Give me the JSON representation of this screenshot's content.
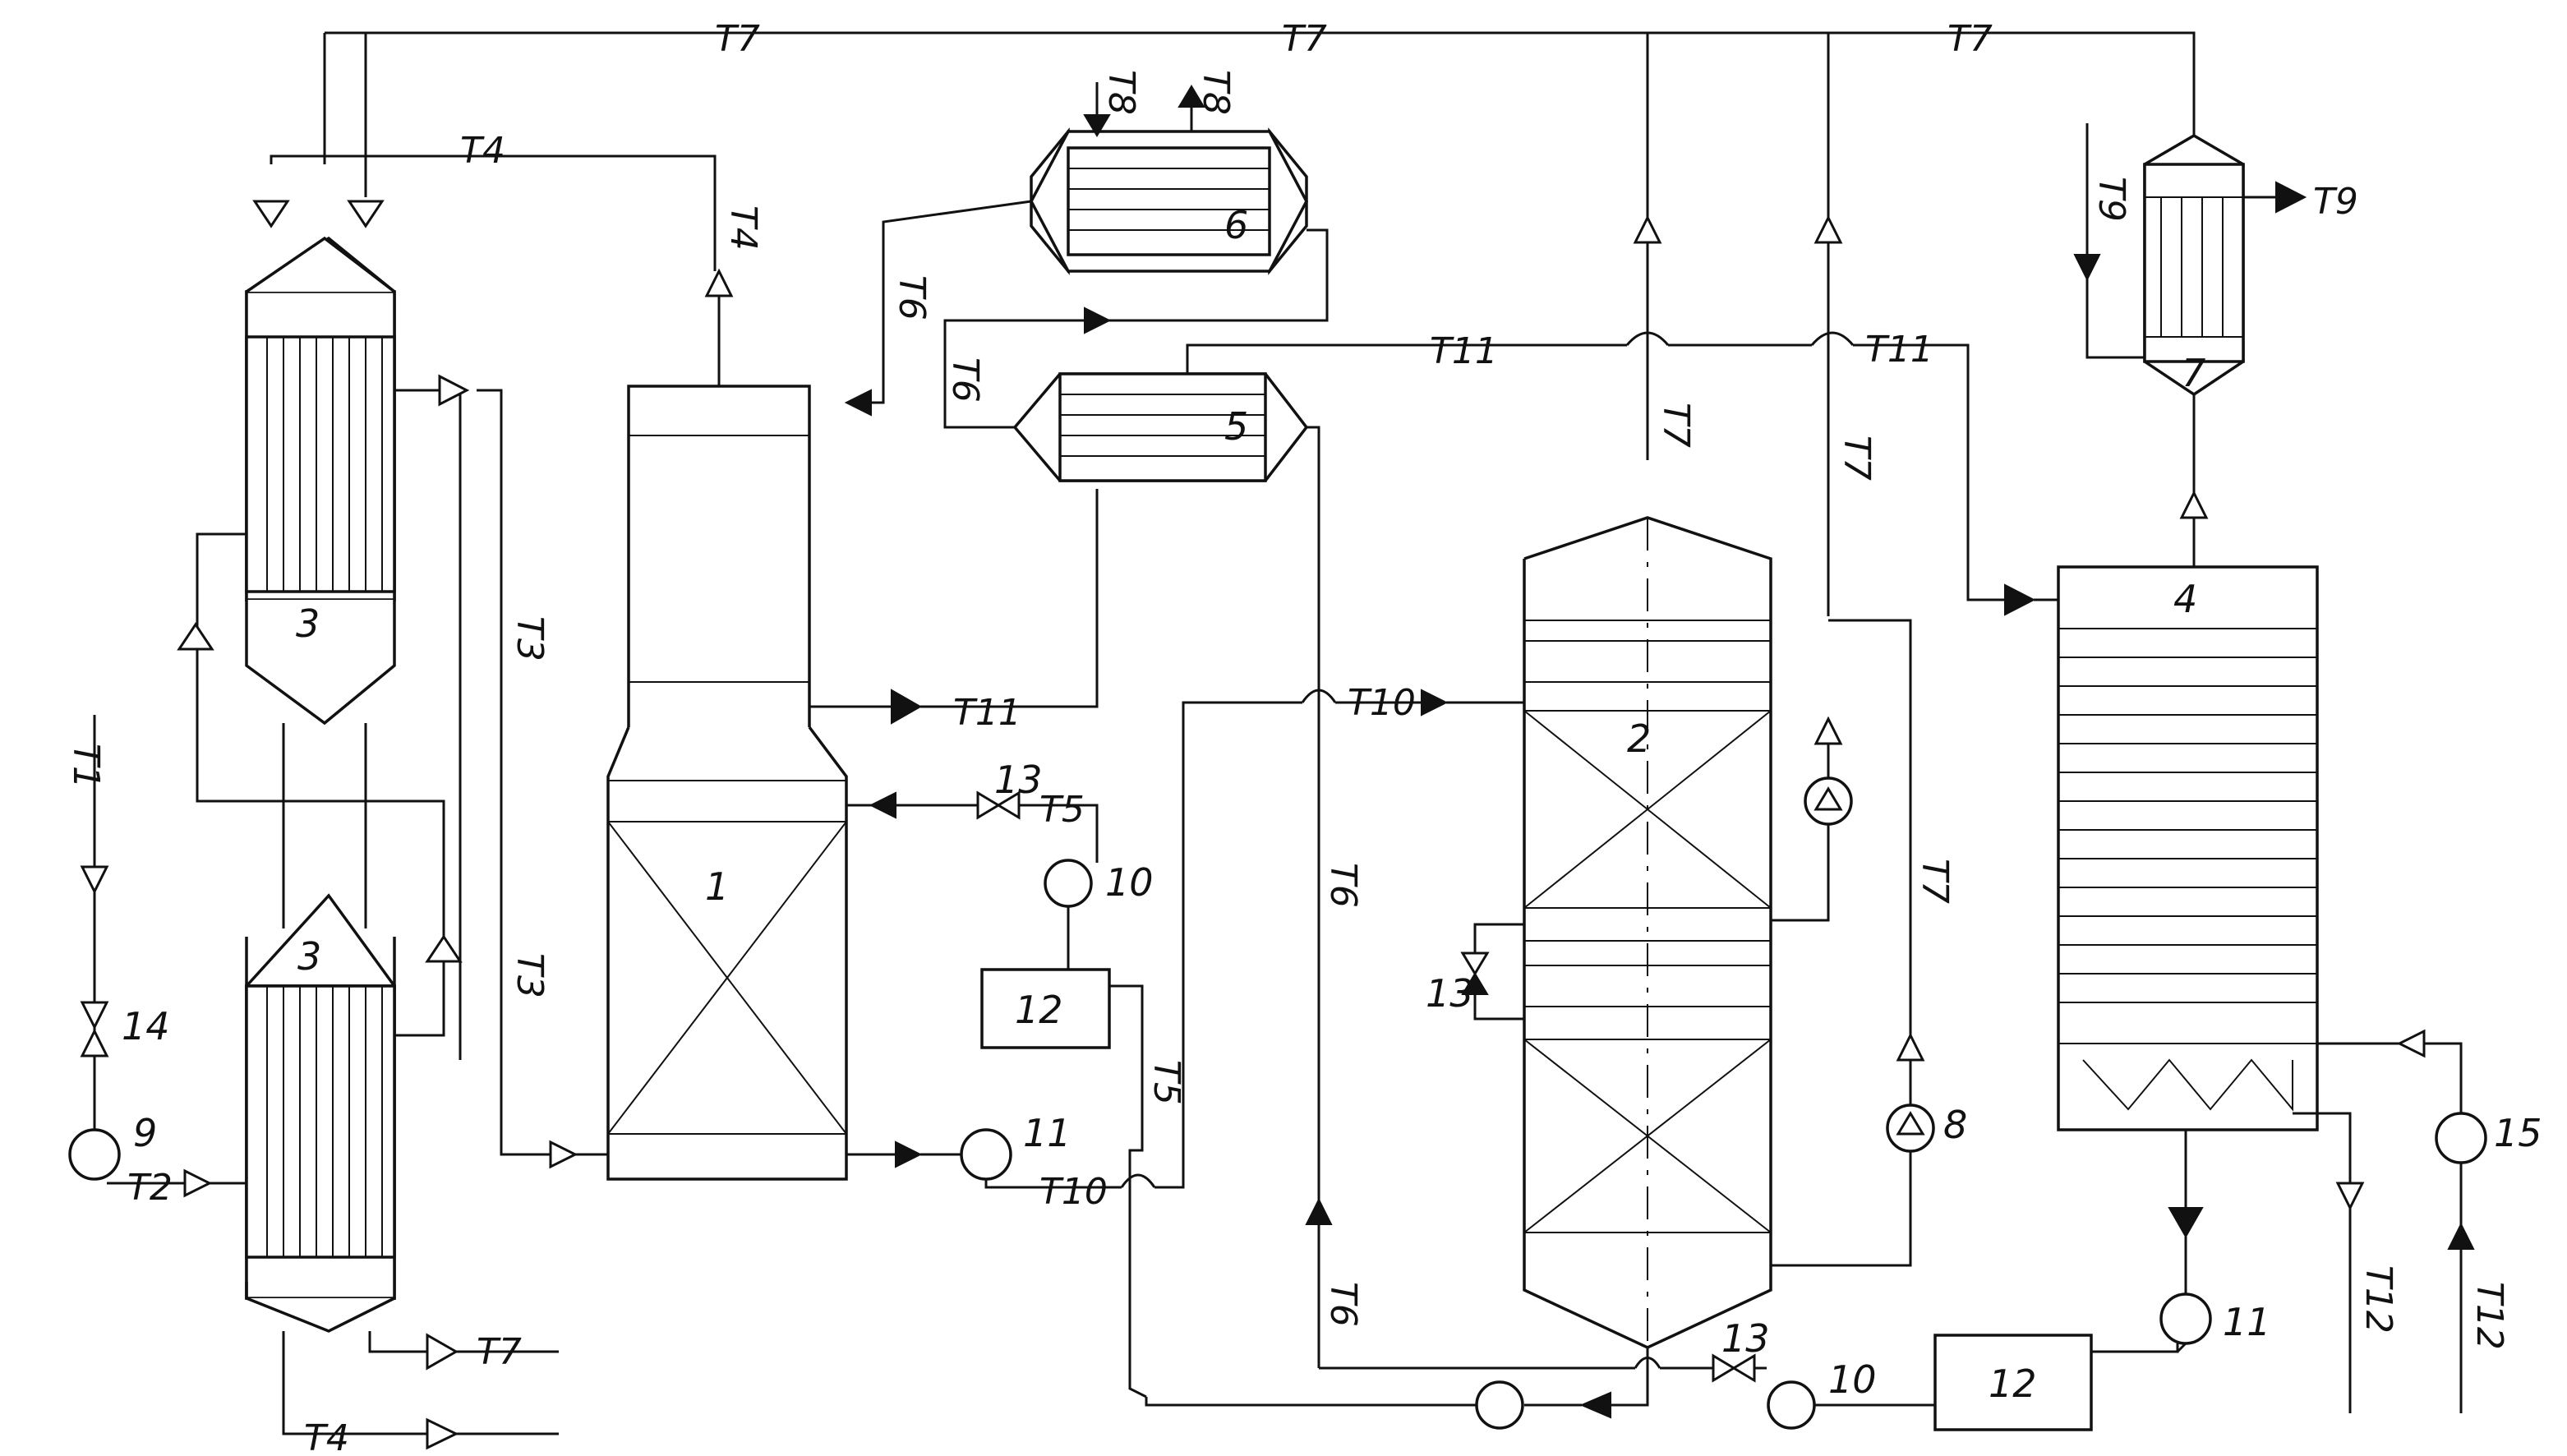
{
  "streams": {
    "t1": "T1",
    "t2": "T2",
    "t3": "T3",
    "t4": "T4",
    "t5": "T5",
    "t6": "T6",
    "t7": "T7",
    "t8": "T8",
    "t9": "T9",
    "t10": "T10",
    "t11": "T11",
    "t12": "T12"
  },
  "equipment": {
    "n1": "1",
    "n2": "2",
    "n3": "3",
    "n4": "4",
    "n5": "5",
    "n6": "6",
    "n7": "7",
    "n8": "8",
    "n9": "9",
    "n10": "10",
    "n11": "11",
    "n12": "12",
    "n13": "13",
    "n14": "14",
    "n15": "15"
  },
  "icons": {
    "pump": "pump-icon",
    "valve": "valve-icon",
    "arrow_open": "open-arrow-icon",
    "arrow_filled": "filled-arrow-icon"
  }
}
